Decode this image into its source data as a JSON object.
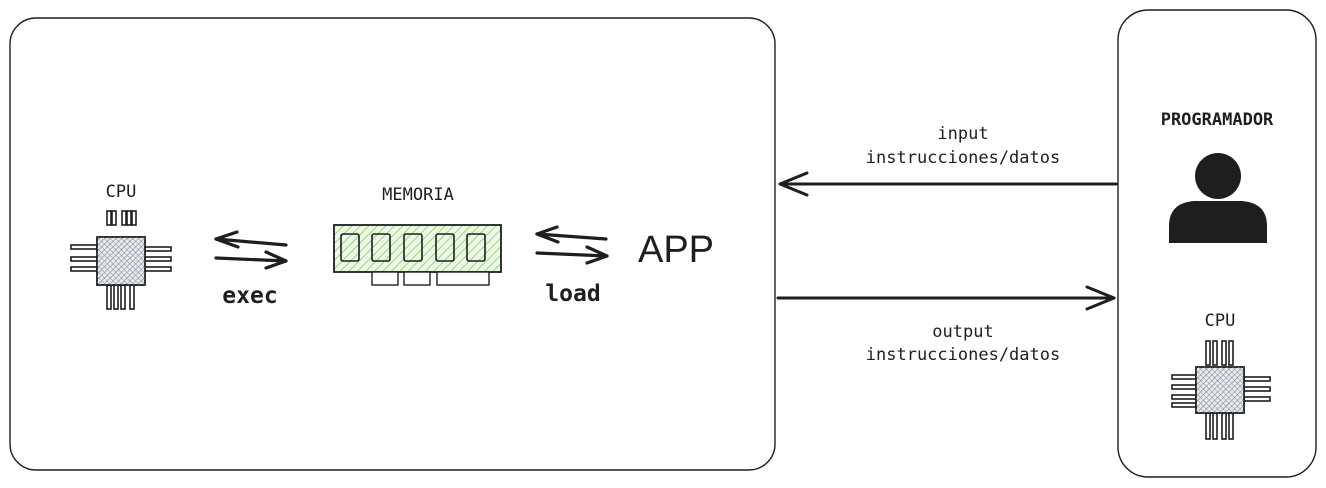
{
  "system": {
    "cpu_label": "CPU",
    "memory_label": "MEMORIA",
    "app_label": "APP",
    "exec_label": "exec",
    "load_label": "load"
  },
  "external": {
    "programmer_label": "PROGRAMADOR",
    "cpu_label": "CPU"
  },
  "flows": {
    "input_line1": "input",
    "input_line2": "instrucciones/datos",
    "output_line1": "output",
    "output_line2": "instrucciones/datos"
  },
  "colors": {
    "stroke": "#1e1e1e",
    "memory_fill": "#b2f2bb",
    "chip_fill": "#ced4da"
  },
  "icons": {
    "cpu": "cpu-chip-icon",
    "memory": "ram-module-icon",
    "programmer": "person-icon"
  }
}
